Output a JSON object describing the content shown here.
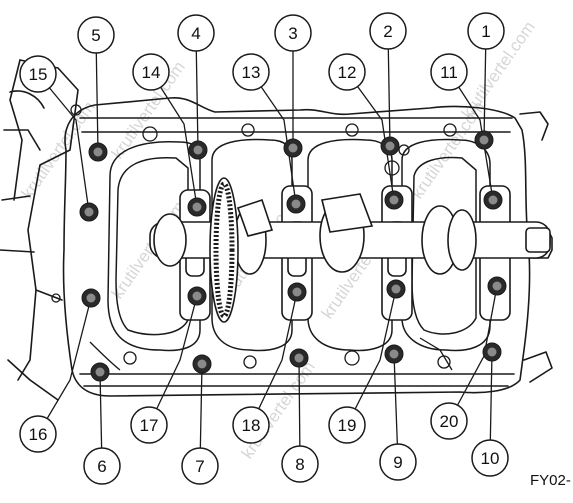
{
  "figure_code": "FY02-",
  "watermark": "krutilvertel.com",
  "colors": {
    "line": "#1a1a1a",
    "bolt": "#2a2a2a",
    "callout_fill": "#ffffff"
  },
  "callouts": [
    {
      "label": "1"
    },
    {
      "label": "2"
    },
    {
      "label": "3"
    },
    {
      "label": "4"
    },
    {
      "label": "5"
    },
    {
      "label": "6"
    },
    {
      "label": "7"
    },
    {
      "label": "8"
    },
    {
      "label": "9"
    },
    {
      "label": "10"
    },
    {
      "label": "11"
    },
    {
      "label": "12"
    },
    {
      "label": "13"
    },
    {
      "label": "14"
    },
    {
      "label": "15"
    },
    {
      "label": "16"
    },
    {
      "label": "17"
    },
    {
      "label": "18"
    },
    {
      "label": "19"
    },
    {
      "label": "20"
    }
  ]
}
